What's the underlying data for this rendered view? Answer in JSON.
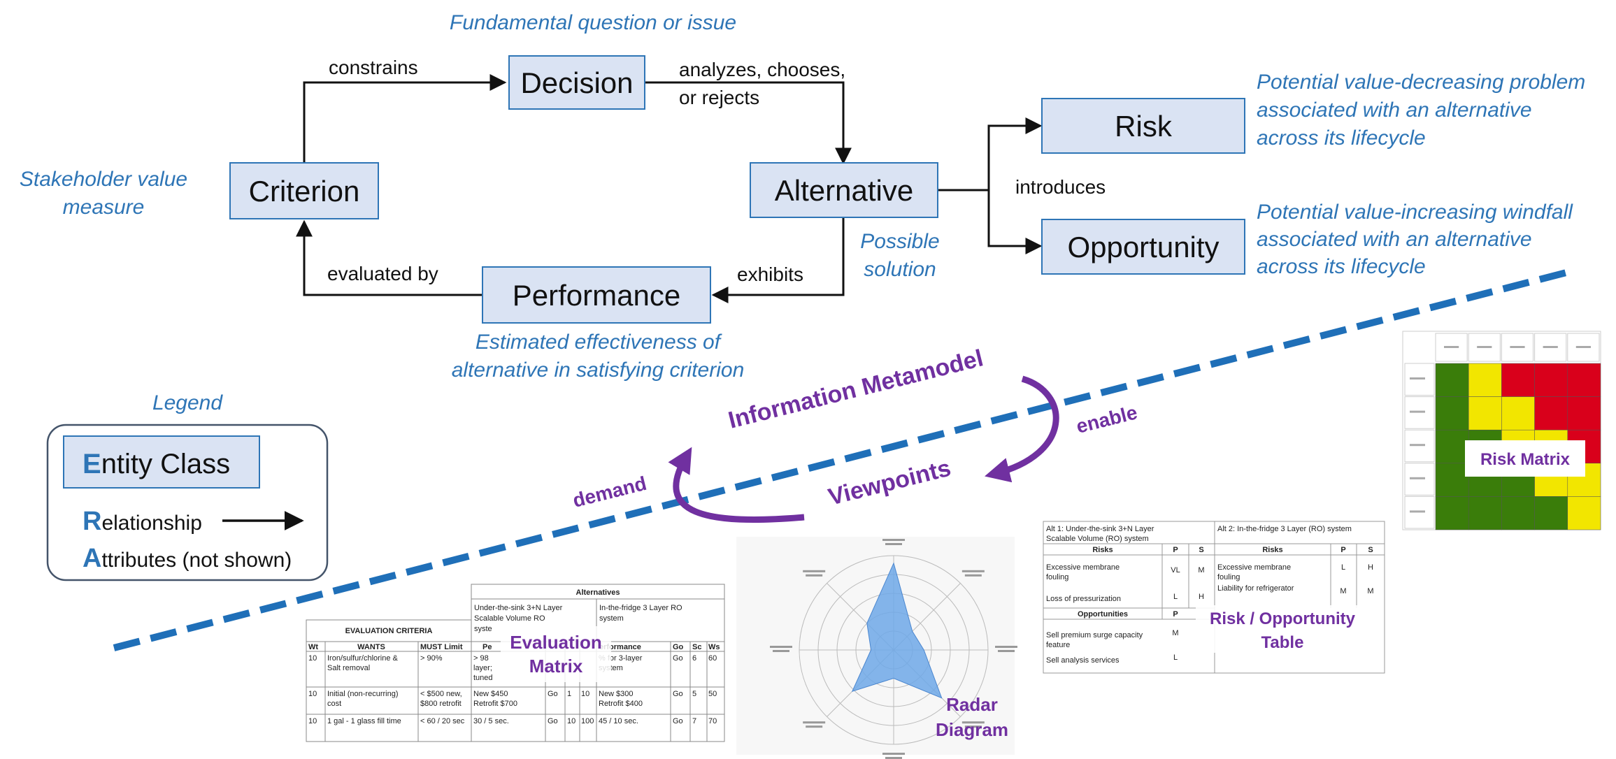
{
  "top_note": "Fundamental question or issue",
  "entities": {
    "decision": "Decision",
    "criterion": "Criterion",
    "alternative": "Alternative",
    "performance": "Performance",
    "risk": "Risk",
    "opportunity": "Opportunity"
  },
  "relationships": {
    "constrains": "constrains",
    "analyzes_line1": "analyzes, chooses,",
    "analyzes_line2": "or rejects",
    "introduces": "introduces",
    "exhibits": "exhibits",
    "evaluated_by": "evaluated by"
  },
  "notes": {
    "stakeholder_line1": "Stakeholder value",
    "stakeholder_line2": "measure",
    "possible_line1": "Possible",
    "possible_line2": "solution",
    "estimated_line1": "Estimated effectiveness of",
    "estimated_line2": "alternative in satisfying criterion",
    "risk_line1": "Potential value-decreasing problem",
    "risk_line2": "associated with an alternative",
    "risk_line3": "across its lifecycle",
    "opp_line1": "Potential value-increasing windfall",
    "opp_line2": "associated with an alternative",
    "opp_line3": "across its lifecycle"
  },
  "legend": {
    "title": "Legend",
    "entity_first": "E",
    "entity_rest": "ntity Class",
    "rel_first": "R",
    "rel_rest": "elationship",
    "attr_first": "A",
    "attr_rest": "ttributes (not shown)"
  },
  "cycle": {
    "metamodel": "Information Metamodel",
    "viewpoints": "Viewpoints",
    "enable": "enable",
    "demand": "demand"
  },
  "view_labels": {
    "evaluation_line1": "Evaluation",
    "evaluation_line2": "Matrix",
    "radar_line1": "Radar",
    "radar_line2": "Diagram",
    "risk_opp_line1": "Risk / Opportunity",
    "risk_opp_line2": "Table",
    "risk_matrix": "Risk Matrix"
  },
  "eval_table": {
    "alternatives_header": "Alternatives",
    "alt1_line1": "Under-the-sink 3+N Layer",
    "alt1_line2": "Scalable Volume RO",
    "alt1_line3": "syste",
    "alt2_line1": "In-the-fridge 3 Layer RO",
    "alt2_line2": "system",
    "criteria_header": "EVALUATION CRITERIA",
    "col_wt": "Wt",
    "col_wants": "WANTS",
    "col_must": "MUST Limit",
    "col_pe": "Pe",
    "col_perf": "erformance",
    "col_go": "Go",
    "col_sc": "Sc",
    "col_ws": "Ws",
    "rows": [
      {
        "wt": "10",
        "wants1": "Iron/sulfur/chlorine &",
        "wants2": "Salt removal",
        "must1": "> 90%",
        "must2": "",
        "pe1": "> 98",
        "pe2": "layer;",
        "pe3": "tuned",
        "go1": "",
        "sc1": "",
        "ws1": "",
        "perf1": "% for 3-layer",
        "perf2": "system",
        "go2": "Go",
        "sc2": "6",
        "ws2": "60"
      },
      {
        "wt": "10",
        "wants1": "Initial (non-recurring)",
        "wants2": "cost",
        "must1": "< $500 new,",
        "must2": "$800 retrofit",
        "pe1": "New $450",
        "pe2": "Retrofit $700",
        "pe3": "",
        "go1": "Go",
        "sc1": "1",
        "ws1": "10",
        "perf1": "New $300",
        "perf2": "Retrofit $400",
        "go2": "Go",
        "sc2": "5",
        "ws2": "50"
      },
      {
        "wt": "10",
        "wants1": "1 gal - 1 glass fill time",
        "wants2": "",
        "must1": "< 60 / 20 sec",
        "must2": "",
        "pe1": "30 / 5 sec.",
        "pe2": "",
        "pe3": "",
        "go1": "Go",
        "sc1": "10",
        "ws1": "100",
        "perf1": "45 / 10 sec.",
        "perf2": "",
        "go2": "Go",
        "sc2": "7",
        "ws2": "70"
      }
    ]
  },
  "ro_table": {
    "alt1_line1": "Alt 1: Under-the-sink 3+N Layer",
    "alt1_line2": "Scalable Volume (RO) system",
    "alt2": "Alt 2: In-the-fridge 3 Layer (RO) system",
    "risks_header": "Risks",
    "p": "P",
    "s": "S",
    "opportunities_header": "Opportunities",
    "risk1_line1": "Excessive membrane",
    "risk1_line2": "fouling",
    "risk1_p": "VL",
    "risk1_s": "M",
    "risk2": "Loss of pressurization",
    "risk2_p": "L",
    "risk2_s": "H",
    "opp1_line1": "Sell premium surge capacity",
    "opp1_line2": "feature",
    "opp1_p": "M",
    "opp2": "Sell analysis services",
    "opp2_p": "L",
    "alt2_risk1_line1": "Excessive membrane",
    "alt2_risk1_line2": "fouling",
    "alt2_risk1_p": "L",
    "alt2_risk1_s": "H",
    "alt2_risk2": "Liability for refrigerator",
    "alt2_risk2_p": "M",
    "alt2_risk2_s": "M"
  },
  "colors": {
    "box_fill": "#dae3f3",
    "box_stroke": "#2e75b6",
    "note_text": "#2e75b6",
    "purple": "#7030a0",
    "dashed_line": "#1f6fb8",
    "radar_fill": "#6fa8e8",
    "matrix_green": "#3a7d0a",
    "matrix_yellow": "#f2e600",
    "matrix_red": "#d9001b"
  }
}
